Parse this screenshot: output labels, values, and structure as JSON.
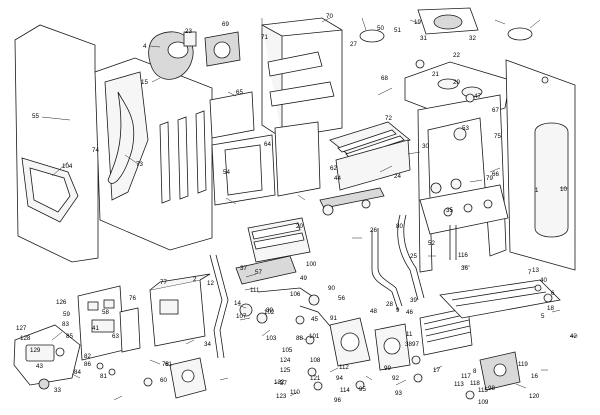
{
  "labels": [
    "1",
    "2",
    "4",
    "5",
    "6",
    "7",
    "8",
    "9",
    "10",
    "11",
    "12",
    "13",
    "14",
    "15",
    "16",
    "17",
    "18",
    "19",
    "20",
    "21",
    "22",
    "23",
    "24",
    "25",
    "26",
    "27",
    "28",
    "29",
    "30",
    "31",
    "32",
    "33",
    "34",
    "35",
    "36",
    "37",
    "38",
    "39",
    "40",
    "41",
    "42",
    "43",
    "44",
    "45",
    "46",
    "47",
    "48",
    "49",
    "50",
    "51",
    "52",
    "53",
    "54",
    "55",
    "56",
    "57",
    "58",
    "59",
    "60",
    "61",
    "62",
    "63",
    "64",
    "65",
    "66",
    "67",
    "68",
    "69",
    "70",
    "71",
    "72",
    "73",
    "74",
    "75",
    "76",
    "77",
    "78",
    "79",
    "80",
    "81",
    "82",
    "83",
    "84",
    "85",
    "86",
    "87",
    "88",
    "89",
    "90",
    "91",
    "92",
    "93",
    "94",
    "95",
    "96",
    "97",
    "98",
    "99",
    "100",
    "101",
    "102",
    "103",
    "104",
    "105",
    "106",
    "107",
    "108",
    "109",
    "110",
    "111",
    "112",
    "113",
    "114",
    "115",
    "116",
    "117",
    "118",
    "119",
    "120",
    "121",
    "122",
    "123",
    "124",
    "125",
    "126",
    "127",
    "128",
    "129"
  ]
}
